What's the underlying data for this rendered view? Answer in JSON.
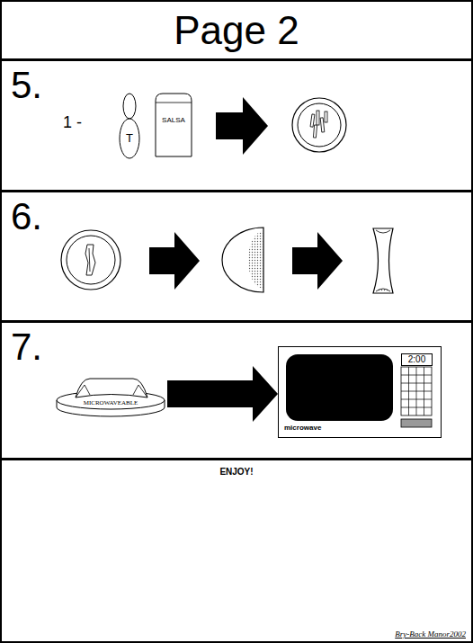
{
  "diagram": {
    "title": "Page 2",
    "nodes": [
      {
        "text": [
          "5."
        ]
      },
      {
        "text": [
          "T"
        ],
        "in": 0
      },
      {
        "text": [
          "SALSA"
        ],
        "in": 0
      },
      {
        "text": [
          "6."
        ]
      },
      {
        "text": [
          "7."
        ]
      },
      {
        "text": [
          "MICROWAVEABLE"
        ],
        "in": 4
      },
      {
        "text": [
          "2:00",
          "microwave"
        ],
        "in": 4
      },
      {
        "text": [
          "ENJOY!",
          "Bry-Back Manor2002"
        ]
      }
    ],
    "edges": [
      {
        "from": 5,
        "to": 6,
        "arrow": "to"
      }
    ],
    "labels": [
      "1 -"
    ]
  }
}
